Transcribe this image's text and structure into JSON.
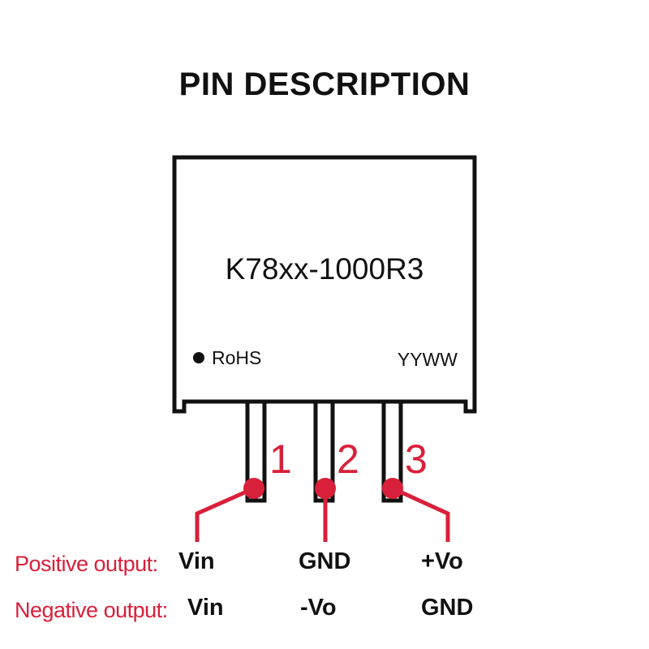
{
  "title": "PIN DESCRIPTION",
  "package": {
    "part_number": "K78xx-1000R3",
    "rohs_label": "RoHS",
    "date_code": "YYWW"
  },
  "pins": [
    {
      "number": "1",
      "positive_output": "Vin",
      "negative_output": "Vin"
    },
    {
      "number": "2",
      "positive_output": "GND",
      "negative_output": "-Vo"
    },
    {
      "number": "3",
      "positive_output": "+Vo",
      "negative_output": "GND"
    }
  ],
  "rows": {
    "positive_label": "Positive output:",
    "negative_label": "Negative output:"
  },
  "colors": {
    "accent": "#d9203a",
    "outline": "#111111"
  }
}
